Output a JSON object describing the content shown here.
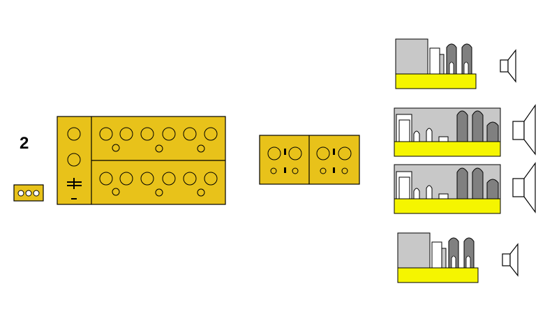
{
  "diagram": {
    "number_label": "2",
    "components": [
      {
        "id": "source-connector",
        "kind": "three-pin-connector"
      },
      {
        "id": "preamp-unit",
        "kind": "control-panel-with-knobs"
      },
      {
        "id": "crossover-unit",
        "kind": "dual-channel-module"
      },
      {
        "id": "amp-tweeter-left",
        "kind": "tube-amplifier-small"
      },
      {
        "id": "amp-woofer-left",
        "kind": "tube-amplifier-large"
      },
      {
        "id": "amp-woofer-right",
        "kind": "tube-amplifier-large"
      },
      {
        "id": "amp-tweeter-right",
        "kind": "tube-amplifier-small"
      },
      {
        "id": "speaker-small-top",
        "kind": "speaker-small-icon"
      },
      {
        "id": "speaker-large-upper",
        "kind": "speaker-large-icon"
      },
      {
        "id": "speaker-large-lower",
        "kind": "speaker-large-icon"
      },
      {
        "id": "speaker-small-bottom",
        "kind": "speaker-small-icon"
      }
    ]
  },
  "colors": {
    "panel_yellow": "#e8c21a",
    "bright_yellow": "#f5f500",
    "chassis_gray": "#c8c8c8",
    "tube_gray": "#808080",
    "outline": "#000000"
  }
}
